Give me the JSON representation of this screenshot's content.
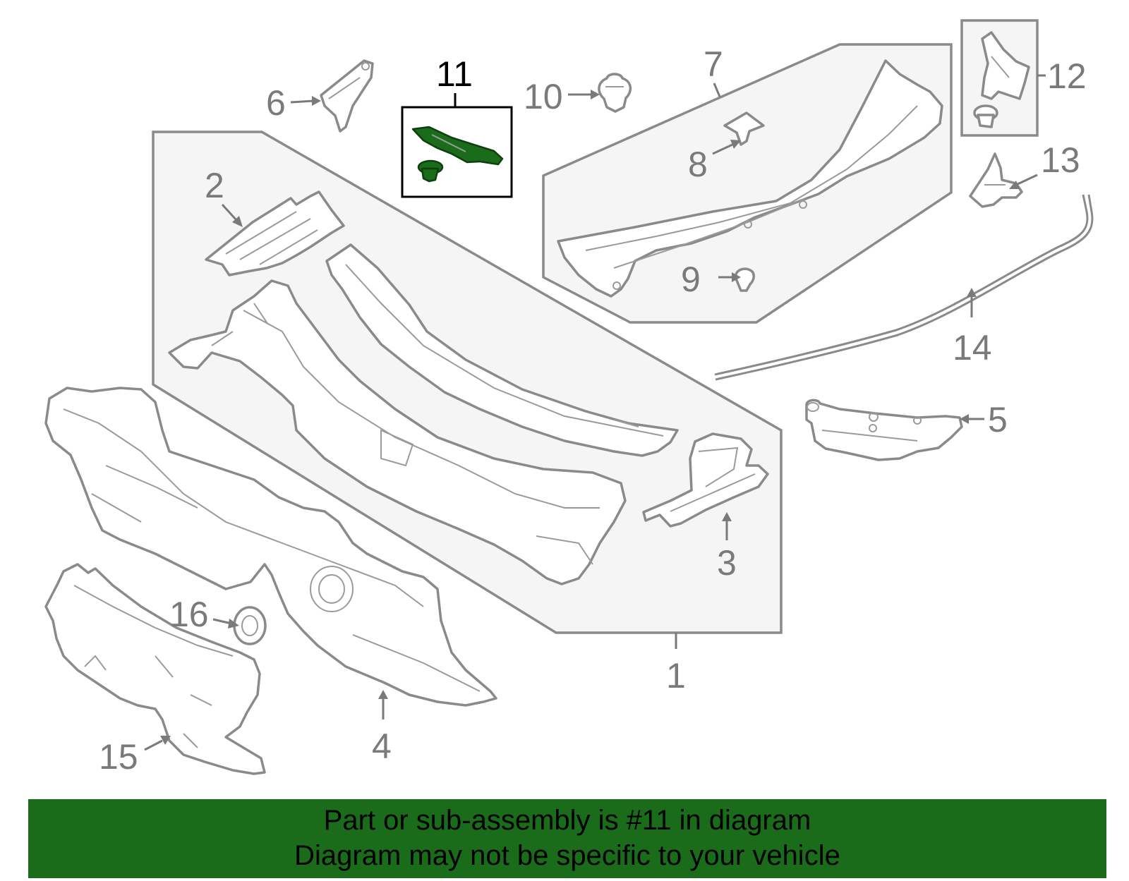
{
  "callouts": {
    "c1": "1",
    "c2": "2",
    "c3": "3",
    "c4": "4",
    "c5": "5",
    "c6": "6",
    "c7": "7",
    "c8": "8",
    "c9": "9",
    "c10": "10",
    "c11": "11",
    "c12": "12",
    "c13": "13",
    "c14": "14",
    "c15": "15",
    "c16": "16"
  },
  "highlight": {
    "callout": "11",
    "color": "#1a6b1a"
  },
  "banner": {
    "line1": "Part or sub-assembly is #11 in diagram",
    "line2": "Diagram may not be specific to your vehicle",
    "background": "#1a6b1a"
  }
}
